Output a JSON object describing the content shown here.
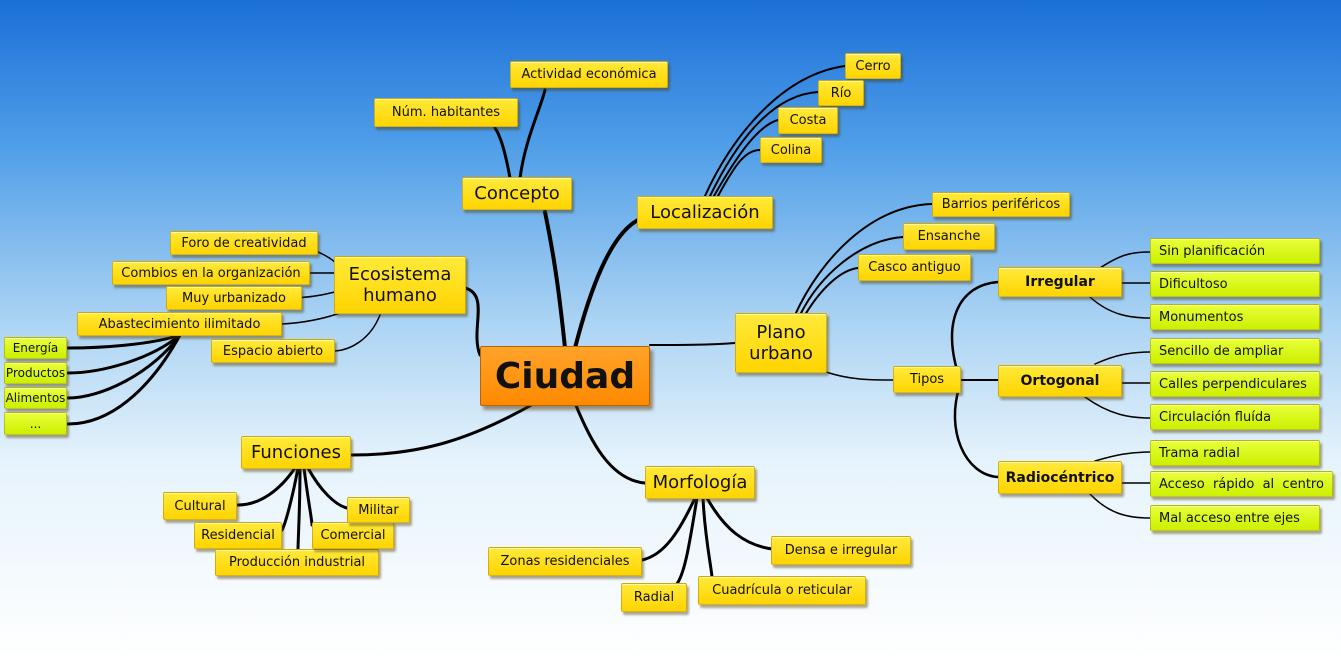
{
  "root": "Ciudad",
  "concepto": {
    "label": "Concepto",
    "items": [
      "Actividad económica",
      "Núm. habitantes"
    ]
  },
  "localizacion": {
    "label": "Localización",
    "items": [
      "Cerro",
      "Río",
      "Costa",
      "Colina"
    ]
  },
  "ecosistema": {
    "label_line1": "Ecosistema",
    "label_line2": "humano",
    "items": [
      "Foro de creatividad",
      "Combios en la organización",
      "Muy urbanizado",
      "Abastecimiento ilimitado",
      "Espacio abierto"
    ],
    "abastecimiento": [
      "Energía",
      "Productos",
      "Alimentos",
      "..."
    ]
  },
  "plano": {
    "label_line1": "Plano",
    "label_line2": "urbano",
    "items": [
      "Barrios periféricos",
      "Ensanche",
      "Casco antiguo"
    ],
    "tipos": "Tipos",
    "irregular": {
      "label": "Irregular",
      "items": [
        "Sin planificación",
        "Dificultoso",
        "Monumentos"
      ]
    },
    "ortogonal": {
      "label": "Ortogonal",
      "items": [
        "Sencillo de ampliar",
        "Calles perpendiculares",
        "Circulación fluída"
      ]
    },
    "radiocentrico": {
      "label": "Radiocéntrico",
      "items": [
        "Trama radial",
        "Acceso  rápido  al  centro",
        "Mal acceso entre ejes"
      ]
    }
  },
  "funciones": {
    "label": "Funciones",
    "items": [
      "Cultural",
      "Residencial",
      "Producción industrial",
      "Comercial",
      "Militar"
    ]
  },
  "morfologia": {
    "label": "Morfología",
    "items": [
      "Zonas residenciales",
      "Radial",
      "Cuadrícula o reticular",
      "Densa e irregular"
    ]
  },
  "colors": {
    "node": "#ffdd00",
    "root": "#ff9500",
    "leaf_green": "#d8f51a",
    "link": "#000000"
  }
}
